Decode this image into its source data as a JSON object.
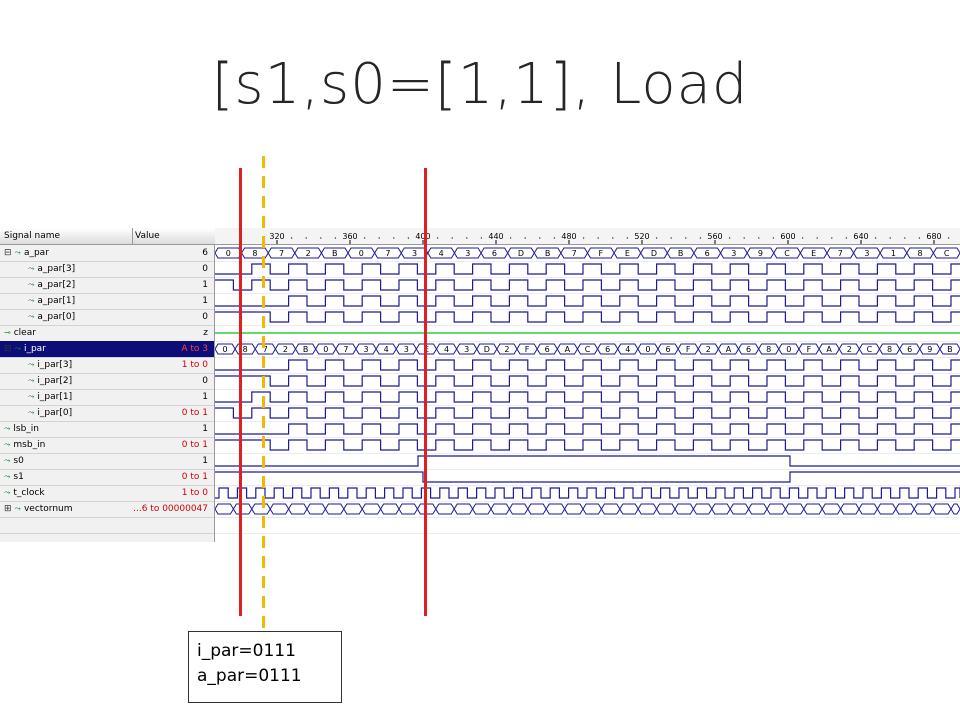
{
  "title": "[s1,s0=[1,1], Load",
  "panel": {
    "col_signal": "Signal name",
    "col_value": "Value",
    "ruler": [
      "320",
      "360",
      "400",
      "440",
      "480",
      "520",
      "560",
      "600",
      "640",
      "680"
    ],
    "signals": [
      {
        "name": "a_par",
        "value": "6",
        "kind": "bus",
        "expand": "⊟",
        "values": [
          "0",
          "8",
          "7",
          "2",
          "B",
          "0",
          "7",
          "3",
          "4",
          "3",
          "6",
          "D",
          "B",
          "7",
          "F",
          "E",
          "D",
          "B",
          "6",
          "3",
          "9",
          "C",
          "E",
          "7",
          "3",
          "1",
          "8",
          "C"
        ]
      },
      {
        "name": "a_par[3]",
        "value": "0",
        "kind": "bit"
      },
      {
        "name": "a_par[2]",
        "value": "1",
        "kind": "bit"
      },
      {
        "name": "a_par[1]",
        "value": "1",
        "kind": "bit"
      },
      {
        "name": "a_par[0]",
        "value": "0",
        "kind": "bit"
      },
      {
        "name": "clear",
        "value": "z",
        "kind": "z"
      },
      {
        "name": "i_par",
        "value": "A to 3",
        "kind": "bus",
        "expand": "⊟",
        "selected": true,
        "values": [
          "0",
          "8",
          "7",
          "2",
          "B",
          "0",
          "7",
          "3",
          "4",
          "3",
          "E",
          "4",
          "3",
          "D",
          "2",
          "F",
          "6",
          "A",
          "C",
          "6",
          "4",
          "0",
          "6",
          "F",
          "2",
          "A",
          "6",
          "8",
          "0",
          "F",
          "A",
          "2",
          "C",
          "8",
          "6",
          "9",
          "B"
        ]
      },
      {
        "name": "i_par[3]",
        "value": "1 to 0",
        "kind": "bit"
      },
      {
        "name": "i_par[2]",
        "value": "0",
        "kind": "bit"
      },
      {
        "name": "i_par[1]",
        "value": "1",
        "kind": "bit"
      },
      {
        "name": "i_par[0]",
        "value": "0 to 1",
        "kind": "bit"
      },
      {
        "name": "lsb_in",
        "value": "1",
        "kind": "bit"
      },
      {
        "name": "msb_in",
        "value": "0 to 1",
        "kind": "bit"
      },
      {
        "name": "s0",
        "value": "1",
        "kind": "bit"
      },
      {
        "name": "s1",
        "value": "0 to 1",
        "kind": "bit"
      },
      {
        "name": "t_clock",
        "value": "1 to 0",
        "kind": "clock"
      },
      {
        "name": "vectornum",
        "value": "...6 to 00000047",
        "kind": "bus",
        "expand": "⊞"
      }
    ]
  },
  "callout": {
    "line1": "i_par=0111",
    "line2": "a_par=0111"
  },
  "colors": {
    "red_line": "#e02020",
    "dashed_line": "#f5b800",
    "wave": "#1a1a9a",
    "clear_line": "#2ecc40",
    "selected_row": "#0d0d7a"
  }
}
